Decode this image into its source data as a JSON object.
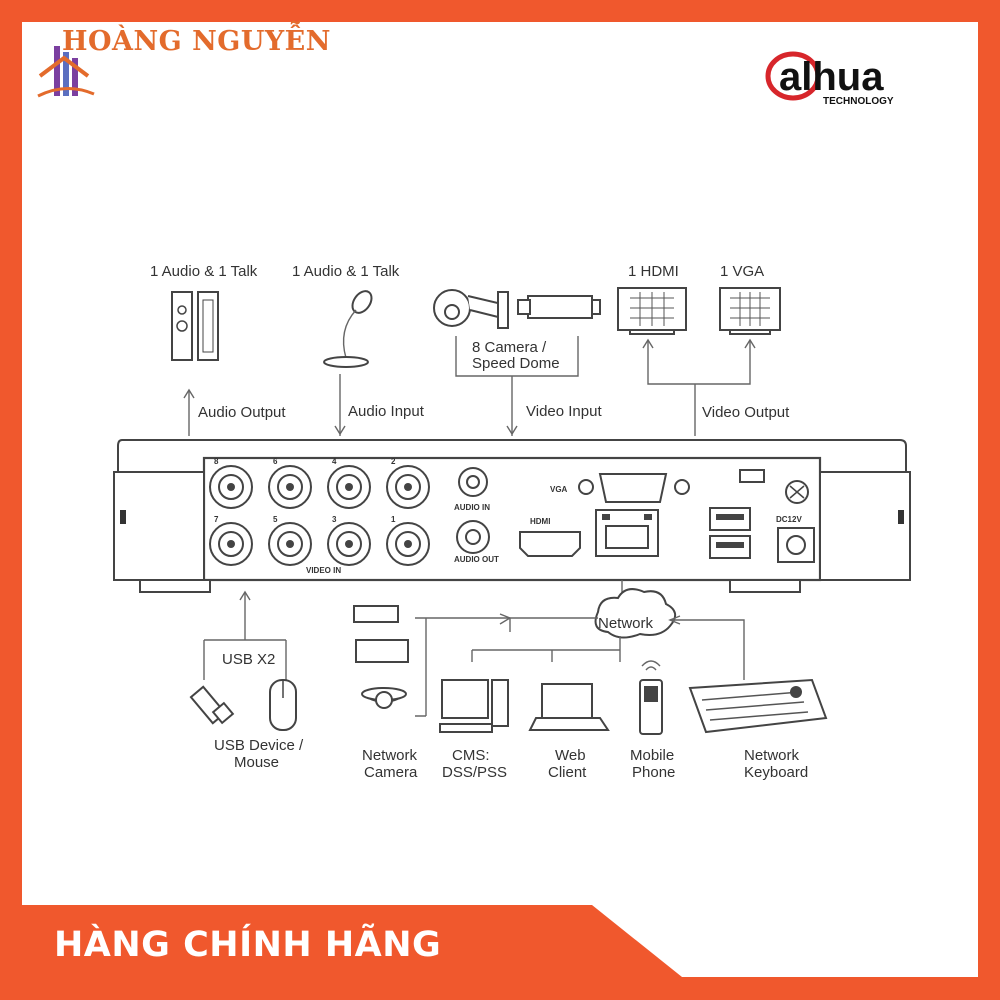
{
  "brand": {
    "left_name": "HOÀNG NGUYỄN",
    "right_name": "alhua",
    "right_sub": "TECHNOLOGY"
  },
  "banner": {
    "text": "HÀNG CHÍNH HÃNG"
  },
  "colors": {
    "frame": "#f0582d",
    "banner": "#f0582d",
    "brand_left": "#e36b2c",
    "brand_right": "#d7262b"
  },
  "diagram": {
    "top": {
      "audio_out_title": "1 Audio  & 1 Talk",
      "audio_in_title": "1 Audio & 1 Talk",
      "camera_title_1": "8 Camera /",
      "camera_title_2": "Speed Dome",
      "hdmi_title": "1 HDMI",
      "vga_title": "1 VGA",
      "audio_output": "Audio  Output",
      "audio_input": "Audio  Input",
      "video_input": "Video Input",
      "video_output": "Video Output"
    },
    "panel": {
      "vga": "VGA",
      "hdmi": "HDMI",
      "video_in": "VIDEO IN",
      "audio_in": "AUDIO IN",
      "audio_out": "AUDIO OUT",
      "dc": "DC12V",
      "bnc_numbers": [
        "8",
        "6",
        "4",
        "2",
        "7",
        "5",
        "3",
        "1"
      ]
    },
    "bottom": {
      "usb_x2": "USB X2",
      "usb_device_1": "USB Device /",
      "usb_device_2": "Mouse",
      "network": "Network",
      "network_camera_1": "Network",
      "network_camera_2": "Camera",
      "cms_1": "CMS:",
      "cms_2": "DSS/PSS",
      "web_1": "Web",
      "web_2": "Client",
      "mobile_1": "Mobile",
      "mobile_2": "Phone",
      "keyboard_1": "Network",
      "keyboard_2": "Keyboard"
    }
  }
}
